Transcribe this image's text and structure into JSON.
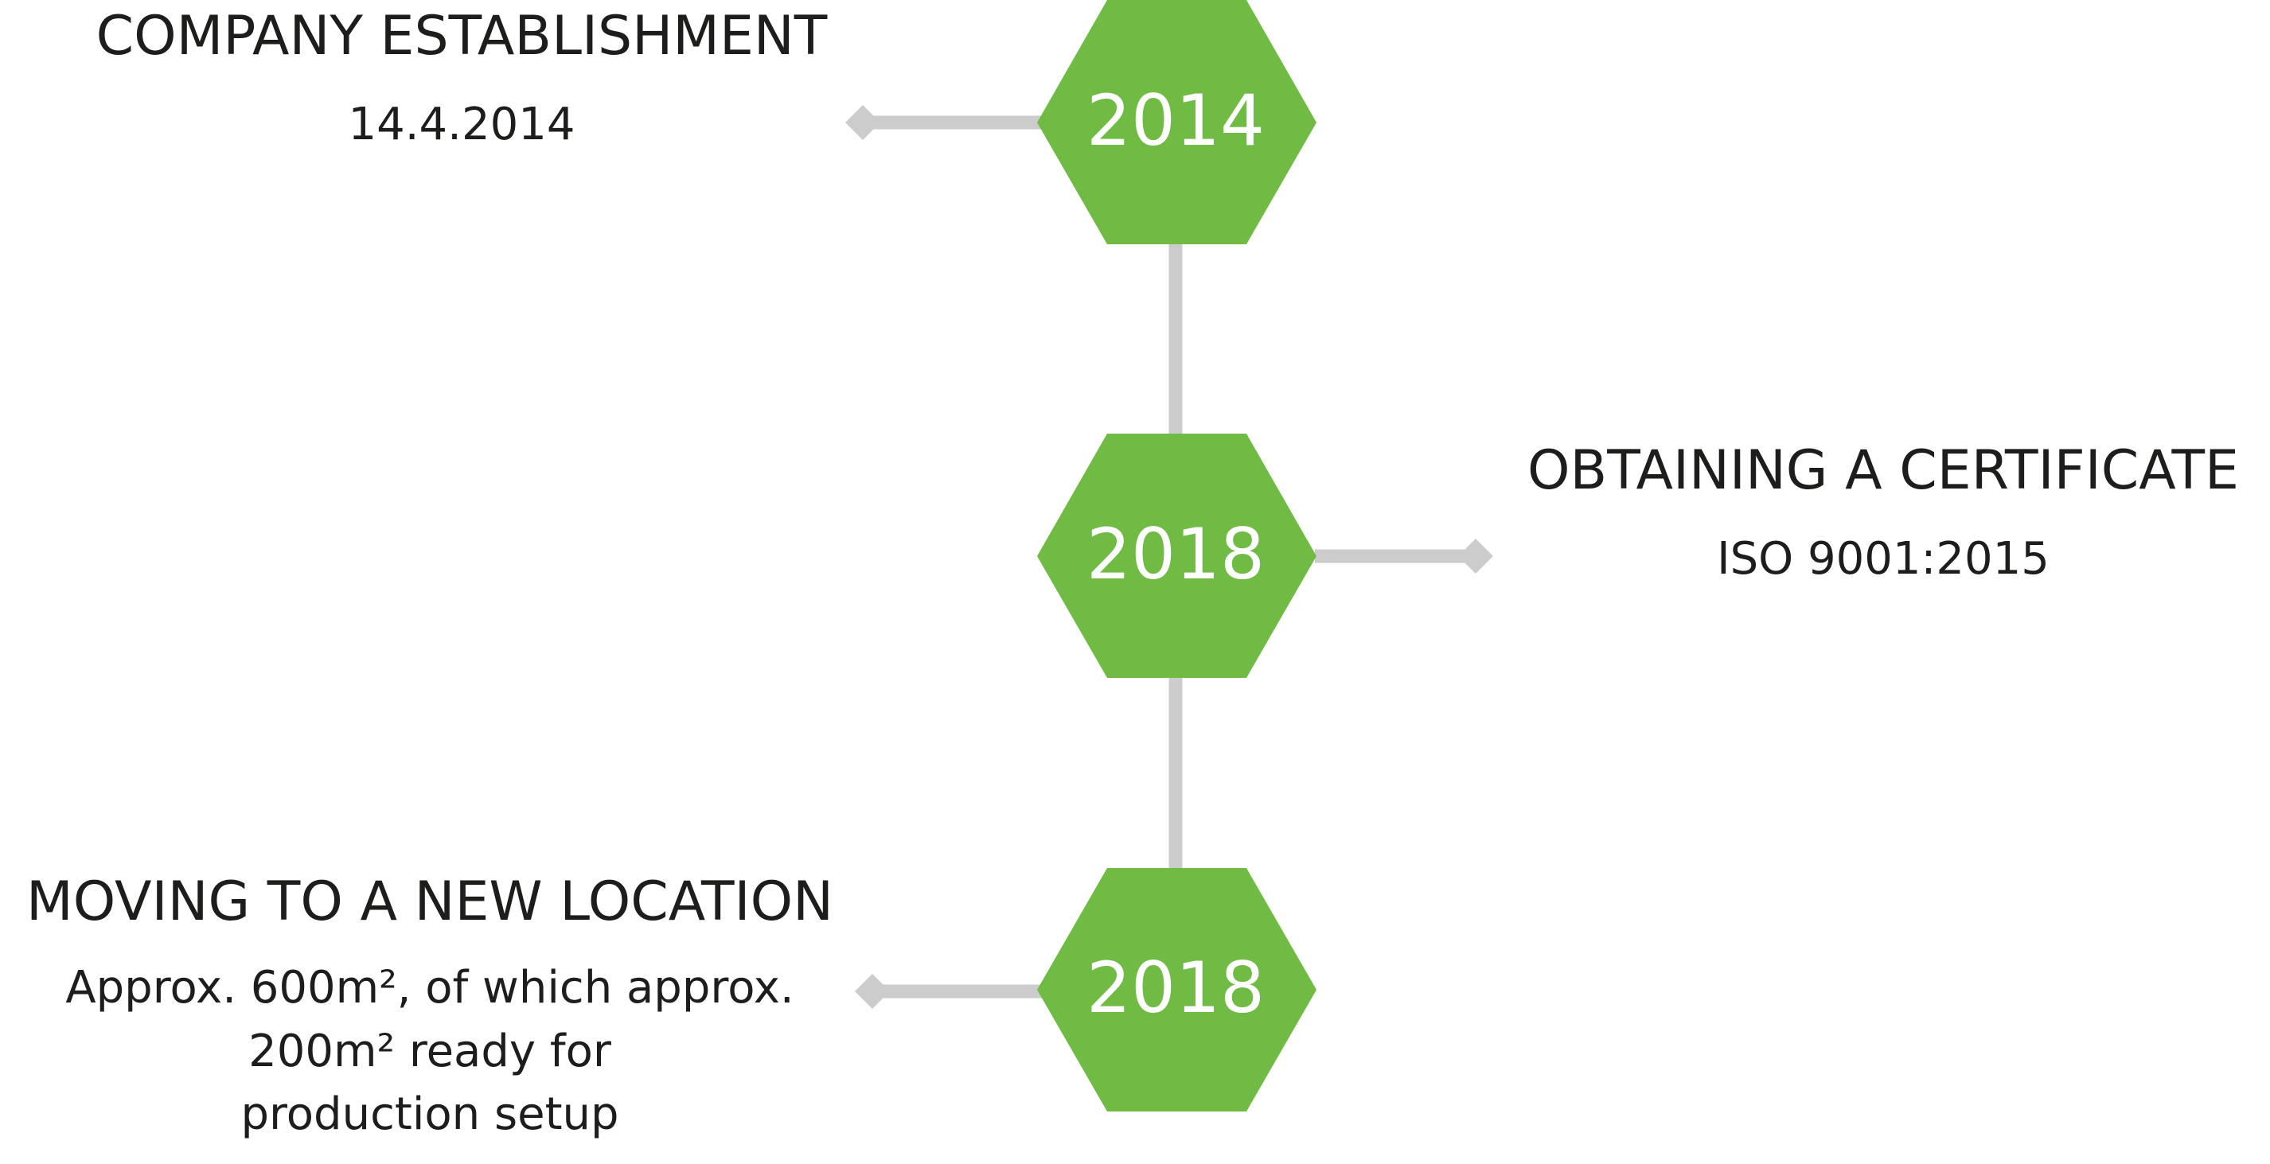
{
  "colors": {
    "hexagon_fill": "#6fbb44",
    "connector": "#cccccc",
    "text": "#1d1d1b",
    "year_text": "#ffffff"
  },
  "timeline": {
    "milestones": [
      {
        "year": "2014",
        "title": "COMPANY ESTABLISHMENT",
        "details": [
          "14.4.2014"
        ]
      },
      {
        "year": "2018",
        "title": "OBTAINING A CERTIFICATE",
        "details": [
          "ISO 9001:2015"
        ]
      },
      {
        "year": "2018",
        "title": "MOVING TO A NEW LOCATION",
        "details": [
          "Approx. 600m², of which approx.",
          "200m² ready for",
          "production setup"
        ]
      }
    ]
  }
}
